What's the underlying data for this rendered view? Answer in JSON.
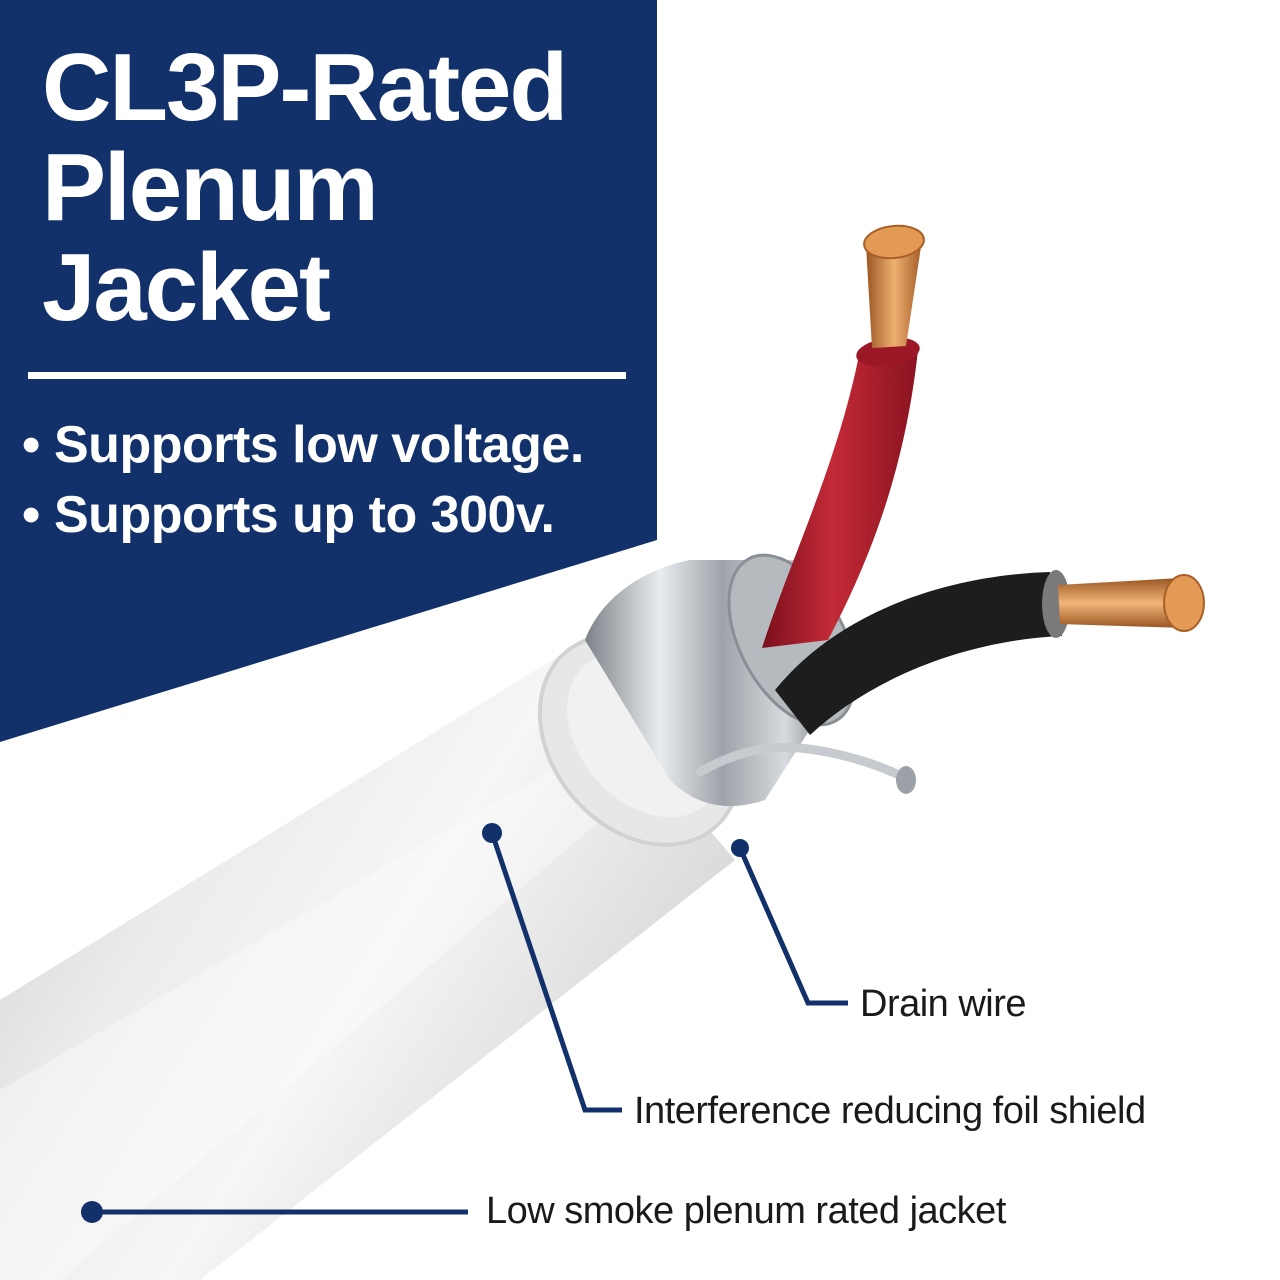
{
  "headline": {
    "line1": "CL3P-Rated",
    "line2": "Plenum",
    "line3": "Jacket"
  },
  "bullets": [
    {
      "mark": "•",
      "text": "Supports low voltage."
    },
    {
      "mark": "•",
      "text": "Supports up to 300v."
    }
  ],
  "callouts": {
    "drain_wire": "Drain wire",
    "foil_shield": "Interference reducing foil shield",
    "jacket": "Low smoke plenum rated jacket"
  },
  "colors": {
    "panel_navy": "#12306a",
    "red_conductor": "#b01a2a",
    "black_conductor": "#1a1a1a",
    "copper": "#d98a4a",
    "jacket_gray": "#e4e4e4",
    "foil_silver": "#a9adb3"
  }
}
